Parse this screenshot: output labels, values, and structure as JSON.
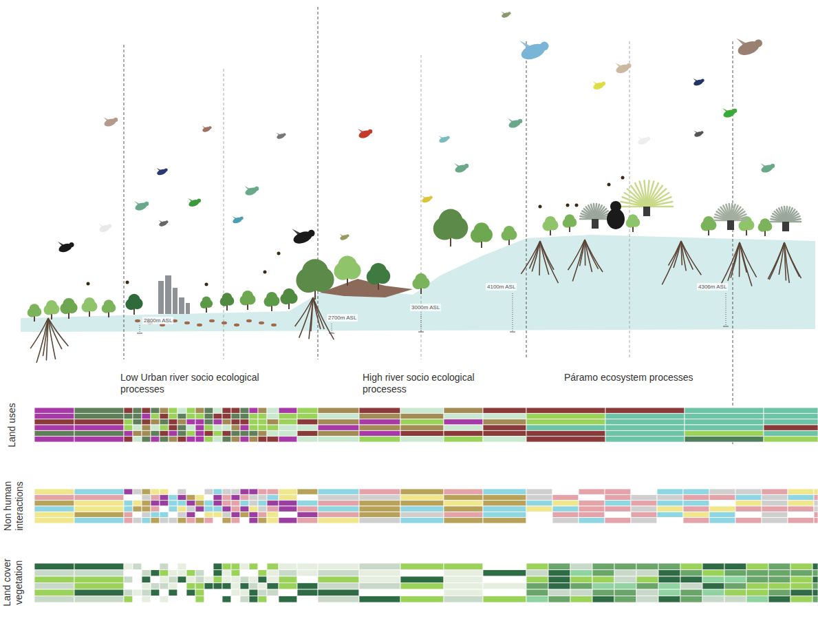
{
  "diagram": {
    "labels": [
      "Low Urban river socio ecological processes",
      "High river socio ecological procesess",
      "Páramo ecosystem processes",
      "Land uses",
      "Non human interactions",
      "Land cover vegetation",
      "2800m ASL",
      "2700m ASL",
      "3000m ASL",
      "4100m ASL",
      "4306m ASL"
    ]
  }
}
